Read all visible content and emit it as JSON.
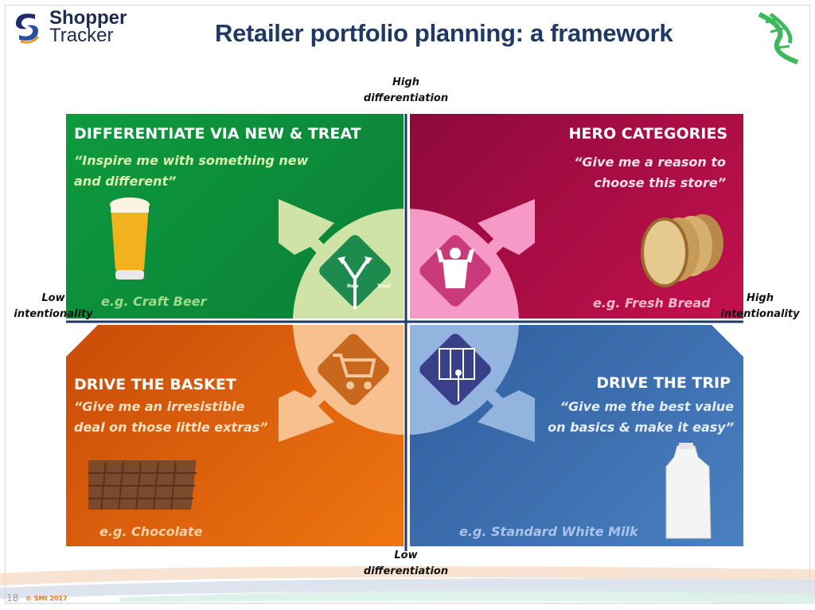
{
  "header": {
    "logo_line1": "Shopper",
    "logo_line2": "Tracker",
    "title": "Retailer portfolio planning: a framework"
  },
  "axes": {
    "top": [
      "High",
      "differentiation"
    ],
    "bottom": [
      "Low",
      "differentiation"
    ],
    "left": [
      "Low",
      "intentionality"
    ],
    "right": [
      "High",
      "intentionality"
    ]
  },
  "quadrants": {
    "top_left": {
      "heading": "DIFFERENTIATE VIA NEW & TREAT",
      "quote": [
        "“Inspire me with something new",
        "and different”"
      ],
      "example": "e.g. Craft Beer",
      "icon_labels": [
        "New",
        "Treat"
      ],
      "color": "#0e9a3e"
    },
    "top_right": {
      "heading": "HERO CATEGORIES",
      "quote": [
        "“Give me a reason to",
        "choose this store”"
      ],
      "example": "e.g. Fresh Bread",
      "color": "#b00f48"
    },
    "bottom_left": {
      "heading": "DRIVE THE BASKET",
      "quote": [
        "“Give me an irresistible",
        "deal on those little extras”"
      ],
      "example": "e.g. Chocolate",
      "color": "#e8650c"
    },
    "bottom_right": {
      "heading": "DRIVE THE TRIP",
      "quote": [
        "“Give me the  best value",
        "on basics  & make it easy”"
      ],
      "example": "e.g. Standard White Milk",
      "color": "#3d70b2"
    }
  },
  "footer": {
    "page": "18",
    "copyright": "© SMI 2017"
  }
}
